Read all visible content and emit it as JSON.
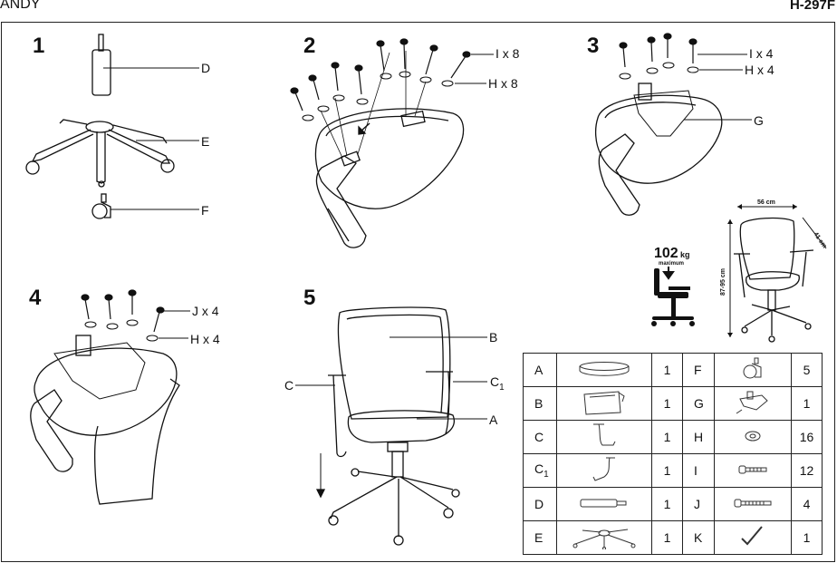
{
  "header": {
    "model_name": "ANDY",
    "model_code": "H-297F"
  },
  "steps": [
    {
      "number": "1",
      "labels": [
        "D",
        "E",
        "F"
      ]
    },
    {
      "number": "2",
      "labels": [
        "I x 8",
        "H x 8"
      ]
    },
    {
      "number": "3",
      "labels": [
        "I x 4",
        "H x 4",
        "G"
      ]
    },
    {
      "number": "4",
      "labels": [
        "J x 4",
        "H x 4"
      ]
    },
    {
      "number": "5",
      "labels": [
        "B",
        "C",
        "C",
        "A"
      ]
    }
  ],
  "step5_sub": "1",
  "capacity": {
    "value": "102",
    "unit": "kg",
    "caption": "maximum"
  },
  "dimensions": {
    "width": "56 cm",
    "depth": "41 cm",
    "height": "87-95 cm"
  },
  "parts": [
    {
      "left": {
        "code": "A",
        "qty": "1"
      },
      "right": {
        "code": "F",
        "qty": "5"
      }
    },
    {
      "left": {
        "code": "B",
        "qty": "1"
      },
      "right": {
        "code": "G",
        "qty": "1"
      }
    },
    {
      "left": {
        "code": "C",
        "qty": "1"
      },
      "right": {
        "code": "H",
        "qty": "16"
      }
    },
    {
      "left": {
        "code": "C",
        "sub": "1",
        "qty": "1"
      },
      "right": {
        "code": "I",
        "qty": "12"
      }
    },
    {
      "left": {
        "code": "D",
        "qty": "1"
      },
      "right": {
        "code": "J",
        "qty": "4"
      }
    },
    {
      "left": {
        "code": "E",
        "qty": "1"
      },
      "right": {
        "code": "K",
        "qty": "1"
      }
    }
  ]
}
